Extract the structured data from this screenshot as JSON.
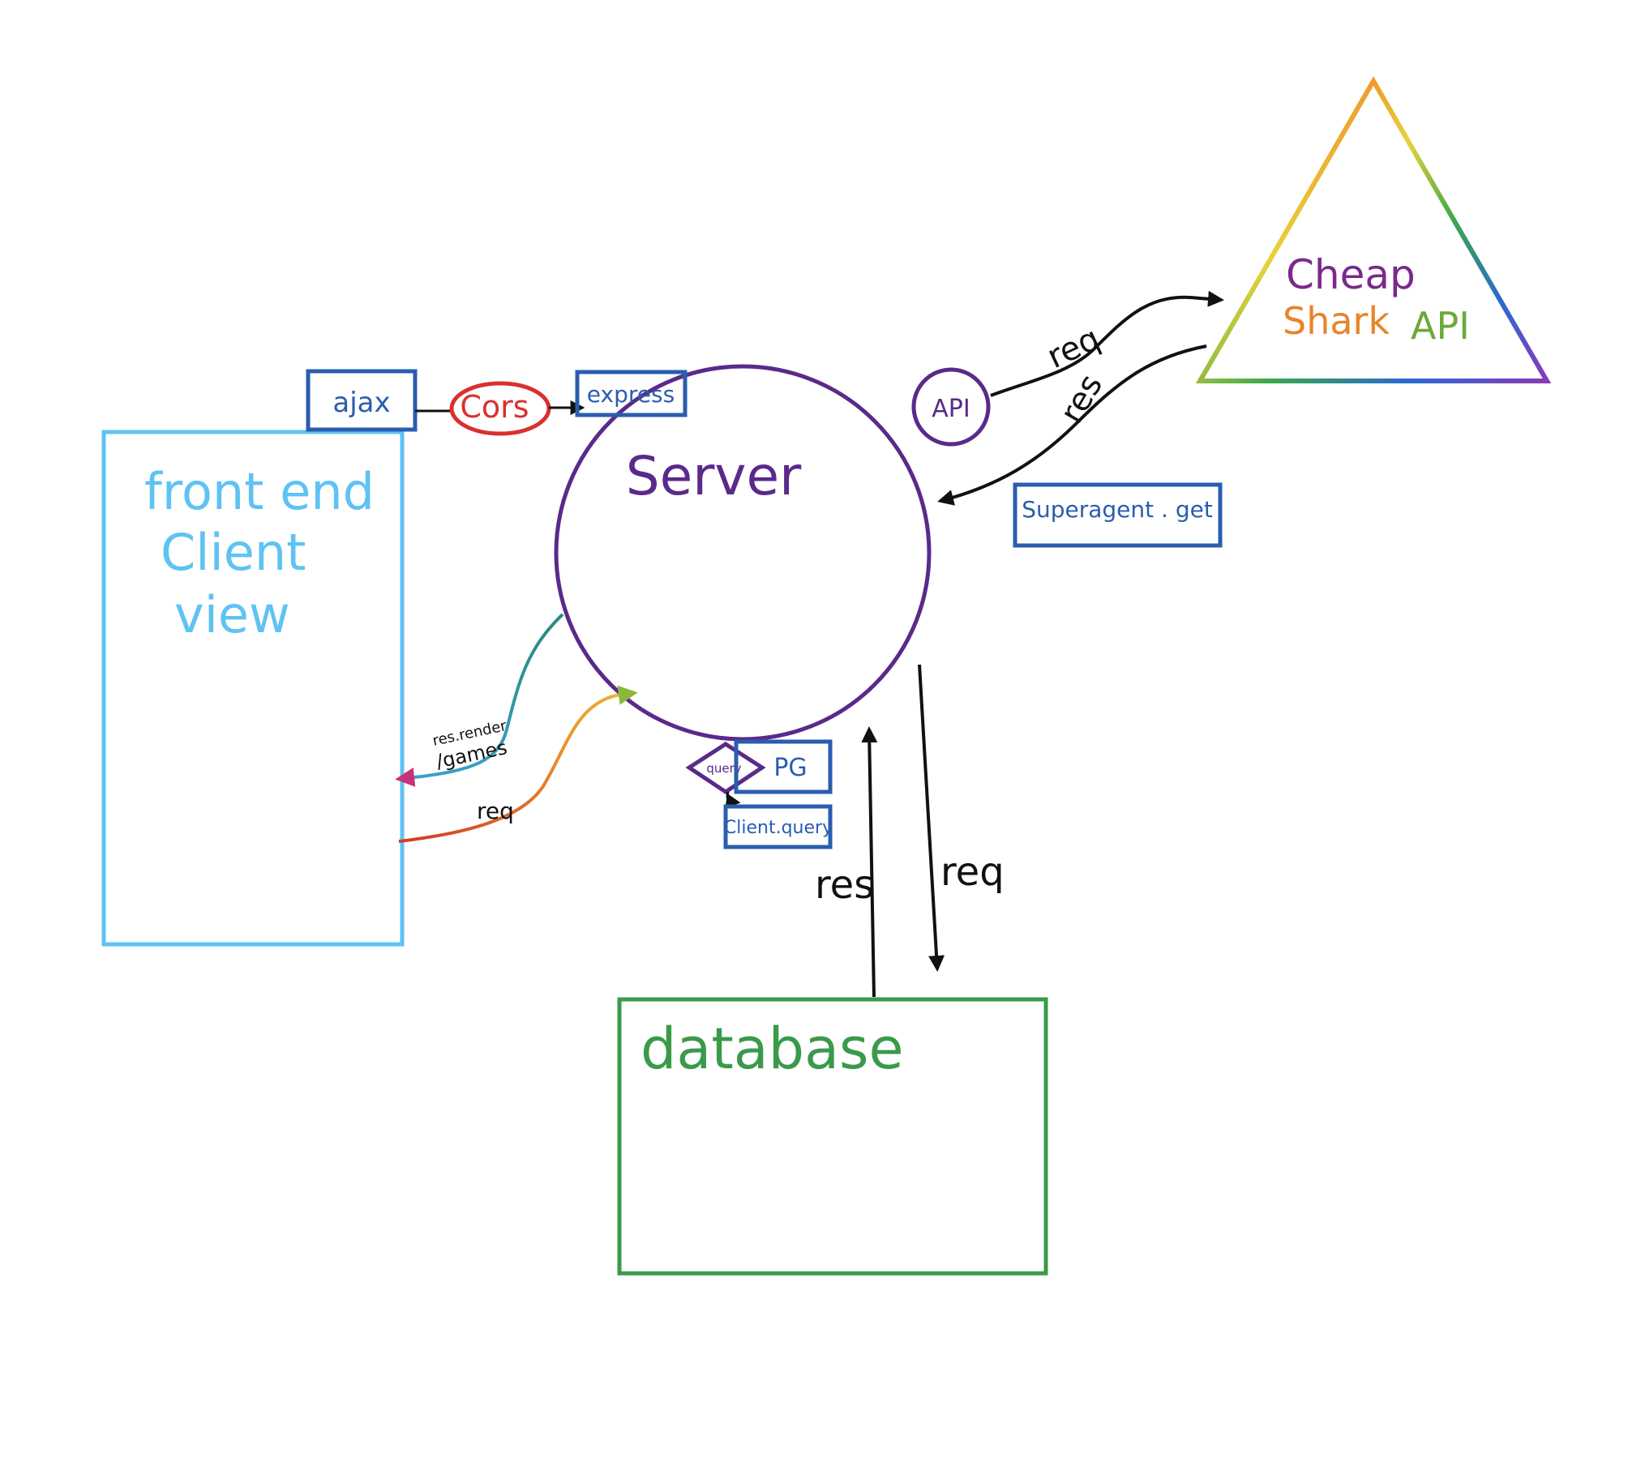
{
  "labels": {
    "frontend_line1": "front end",
    "frontend_line2": "Client",
    "frontend_line3": "view",
    "ajax": "ajax",
    "cors": "Cors",
    "express": "express",
    "server": "Server",
    "api_circle": "API",
    "cheapshark_line1": "Cheap",
    "cheapshark_word_shark": "Shark",
    "cheapshark_word_api": "API",
    "superagent": "Superagent . get",
    "req_to_api": "req",
    "res_from_api": "res",
    "res_render_line1": "res.render",
    "res_render_line2": "/games",
    "req_from_client": "req",
    "query_diamond": "query",
    "pg": "PG",
    "client_query": "Client.query",
    "res_db": "res",
    "req_db": "req",
    "database": "database"
  },
  "colors": {
    "frontend": "#5ec3f2",
    "blue_box": "#2a5db0",
    "cors": "#d93030",
    "server": "#5a2a8a",
    "database": "#3a9a4a",
    "arrow": "#111111",
    "cheap_text": "#7a2a8a",
    "shark_text": "#e8842a",
    "api_text": "#6aaa3a"
  }
}
